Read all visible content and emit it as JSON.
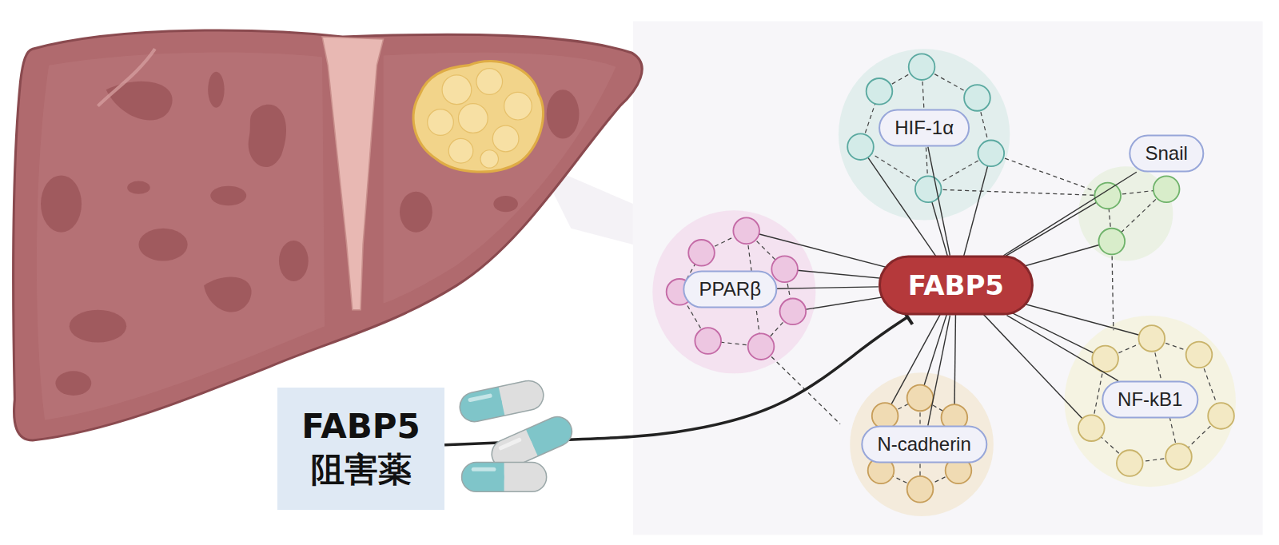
{
  "diagram": {
    "nodes": [
      {
        "text": [
          "FABP5 阻害薬"
        ]
      },
      {
        "text": [
          "HIF-1α"
        ]
      },
      {
        "text": [
          "Snail"
        ]
      },
      {
        "text": [
          "PPARβ"
        ]
      },
      {
        "text": [
          "FABP5"
        ]
      },
      {
        "text": [
          "N-cadherin"
        ]
      },
      {
        "text": [
          "NF-kB1"
        ]
      }
    ],
    "edges": [
      {
        "from": 0,
        "to": 4,
        "arrow": "to"
      },
      {
        "from": 4,
        "to": 1,
        "arrow": "none"
      },
      {
        "from": 4,
        "to": 2,
        "arrow": "none"
      },
      {
        "from": 4,
        "to": 3,
        "arrow": "none"
      },
      {
        "from": 4,
        "to": 5,
        "arrow": "none"
      },
      {
        "from": 4,
        "to": 6,
        "arrow": "none"
      }
    ]
  }
}
